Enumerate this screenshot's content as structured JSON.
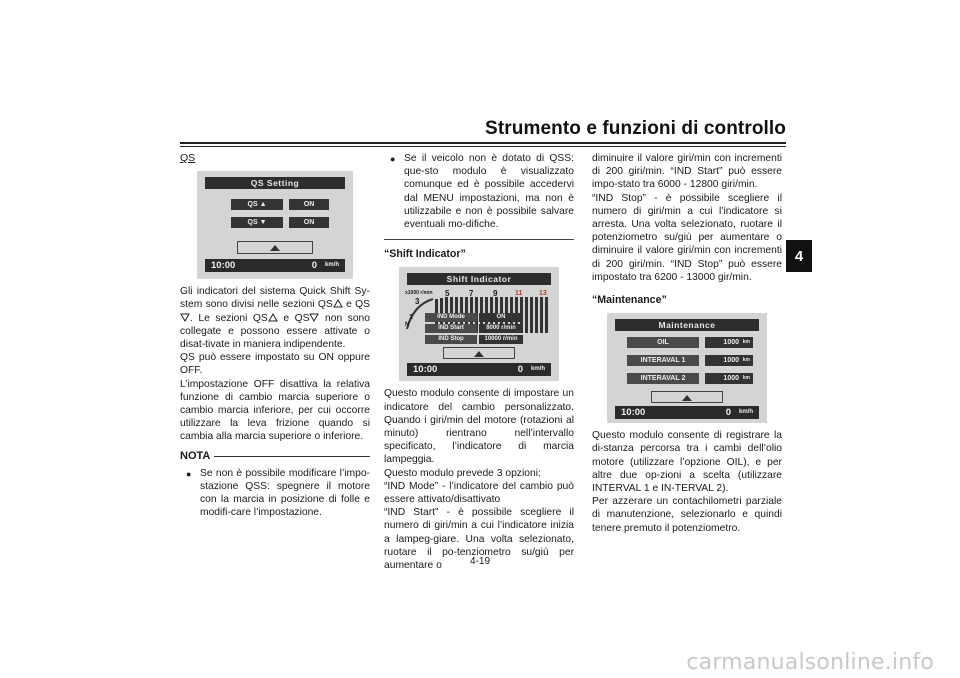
{
  "header": {
    "title": "Strumento e funzioni di controllo",
    "chapter": "4"
  },
  "col1": {
    "qs_heading": "QS",
    "qs_screen": {
      "title": "QS Setting",
      "row1_label": "QS",
      "row1_value": "ON",
      "row2_label": "QS",
      "row2_value": "ON",
      "time": "10:00",
      "speed": "0",
      "unit": "km/h"
    },
    "p1_a": "Gli indicatori del sistema Quick Shift Sy-stem sono divisi nelle sezioni QS",
    "p1_b": " e QS",
    "p1_c": ". Le sezioni QS",
    "p1_d": " e QS",
    "p1_e": " non sono collegate e possono essere attivate o disat-tivate in maniera indipendente.",
    "p2": "QS può essere impostato su ON oppure OFF.",
    "p3": "L’impostazione OFF disattiva la relativa funzione di cambio marcia superiore o cambio marcia inferiore, per cui occorre utilizzare la leva frizione quando si cambia alla marcia superiore o inferiore.",
    "nota": "NOTA",
    "bullet1": "Se non è possibile modificare l’impo-stazione QSS: spegnere il motore con la marcia in posizione di folle e modifi-care l’impostazione."
  },
  "col2": {
    "bullet2": "Se il veicolo non è dotato di QSS: que-sto modulo è visualizzato comunque ed è possibile accedervi dal MENU impostazioni, ma non è utilizzabile e non è possibile salvare eventuali mo-difiche.",
    "shift_heading": "“Shift Indicator”",
    "shift_screen": {
      "title": "Shift Indicator",
      "rpm_label": "x1000 r/min",
      "scale": [
        "5",
        "7",
        "9",
        "11",
        "13"
      ],
      "gears": [
        "3",
        "1"
      ],
      "neutral": "N",
      "rows": [
        {
          "label": "IND Mode",
          "value": "ON"
        },
        {
          "label": "IND Start",
          "value": "8000 r/min"
        },
        {
          "label": "IND Stop",
          "value": "10000 r/min"
        }
      ],
      "time": "10:00",
      "speed": "0",
      "unit": "km/h"
    },
    "p1": "Questo modulo consente di impostare un indicatore del cambio personalizzato. Quando i giri/min del motore (rotazioni al minuto) rientrano nell’intervallo specificato, l’indicatore di marcia lampeggia.",
    "p2": "Questo modulo prevede 3 opzioni:",
    "p3": "“IND Mode” - l’indicatore del cambio può essere attivato/disattivato",
    "p4": "“IND Start” - è possibile scegliere il numero di giri/min a cui l’indicatore inizia a lampeg-giare. Una volta selezionato, ruotare il po-tenziometro su/giù per aumentare o"
  },
  "col3": {
    "p1": "diminuire il valore giri/min con incrementi di 200 giri/min. “IND Start” può essere impo-stato tra 6000 - 12800 giri/min.",
    "p2": "“IND Stop” - è possibile scegliere il numero di giri/min a cui l’indicatore si arresta. Una volta selezionato, ruotare il potenziometro su/giù per aumentare o diminuire il valore giri/min con incrementi di 200 giri/min. “IND Stop” può essere impostato tra 6200 - 13000 gir/min.",
    "maint_heading": "“Maintenance”",
    "maint_screen": {
      "title": "Maintenance",
      "rows": [
        {
          "label": "OIL",
          "value": "1000",
          "unit": "km"
        },
        {
          "label": "INTERAVAL 1",
          "value": "1000",
          "unit": "km"
        },
        {
          "label": "INTERAVAL 2",
          "value": "1000",
          "unit": "km"
        }
      ],
      "time": "10:00",
      "speed": "0",
      "unit": "km/h"
    },
    "p3": "Questo modulo consente di registrare la di-stanza percorsa tra i cambi dell’olio motore (utilizzare l’opzione OIL), e per altre due op-zioni a scelta (utilizzare INTERVAL 1 e IN-TERVAL 2).",
    "p4": "Per azzerare un contachilometri parziale di manutenzione, selezionarlo e quindi tenere premuto il potenziometro."
  },
  "footer": {
    "page": "4-19",
    "watermark": "carmanualsonline.info"
  }
}
